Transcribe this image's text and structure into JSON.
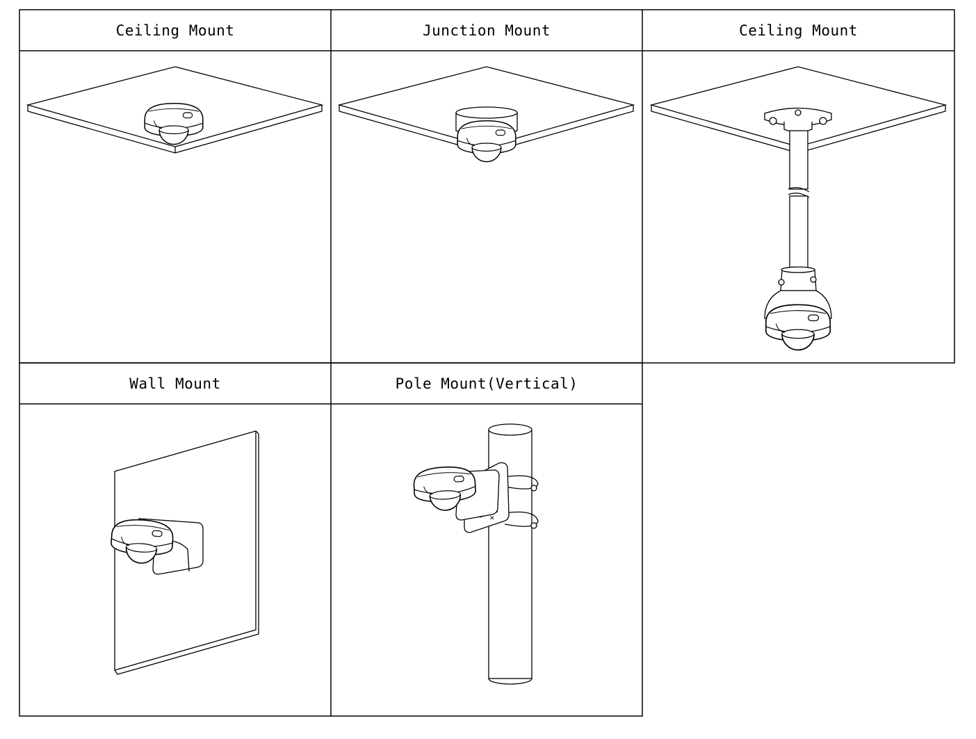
{
  "table": {
    "rows": [
      {
        "cells": [
          {
            "label": "Ceiling Mount",
            "illustration": "ceiling-mount-illustration"
          },
          {
            "label": "Junction Mount",
            "illustration": "junction-mount-illustration"
          },
          {
            "label": "Ceiling Mount",
            "illustration": "pendant-ceiling-mount-illustration"
          }
        ]
      },
      {
        "cells": [
          {
            "label": "Wall Mount",
            "illustration": "wall-mount-illustration"
          },
          {
            "label": "Pole Mount(Vertical)",
            "illustration": "pole-mount-illustration"
          }
        ]
      }
    ]
  },
  "colors": {
    "line": "#000000",
    "background": "#ffffff"
  }
}
